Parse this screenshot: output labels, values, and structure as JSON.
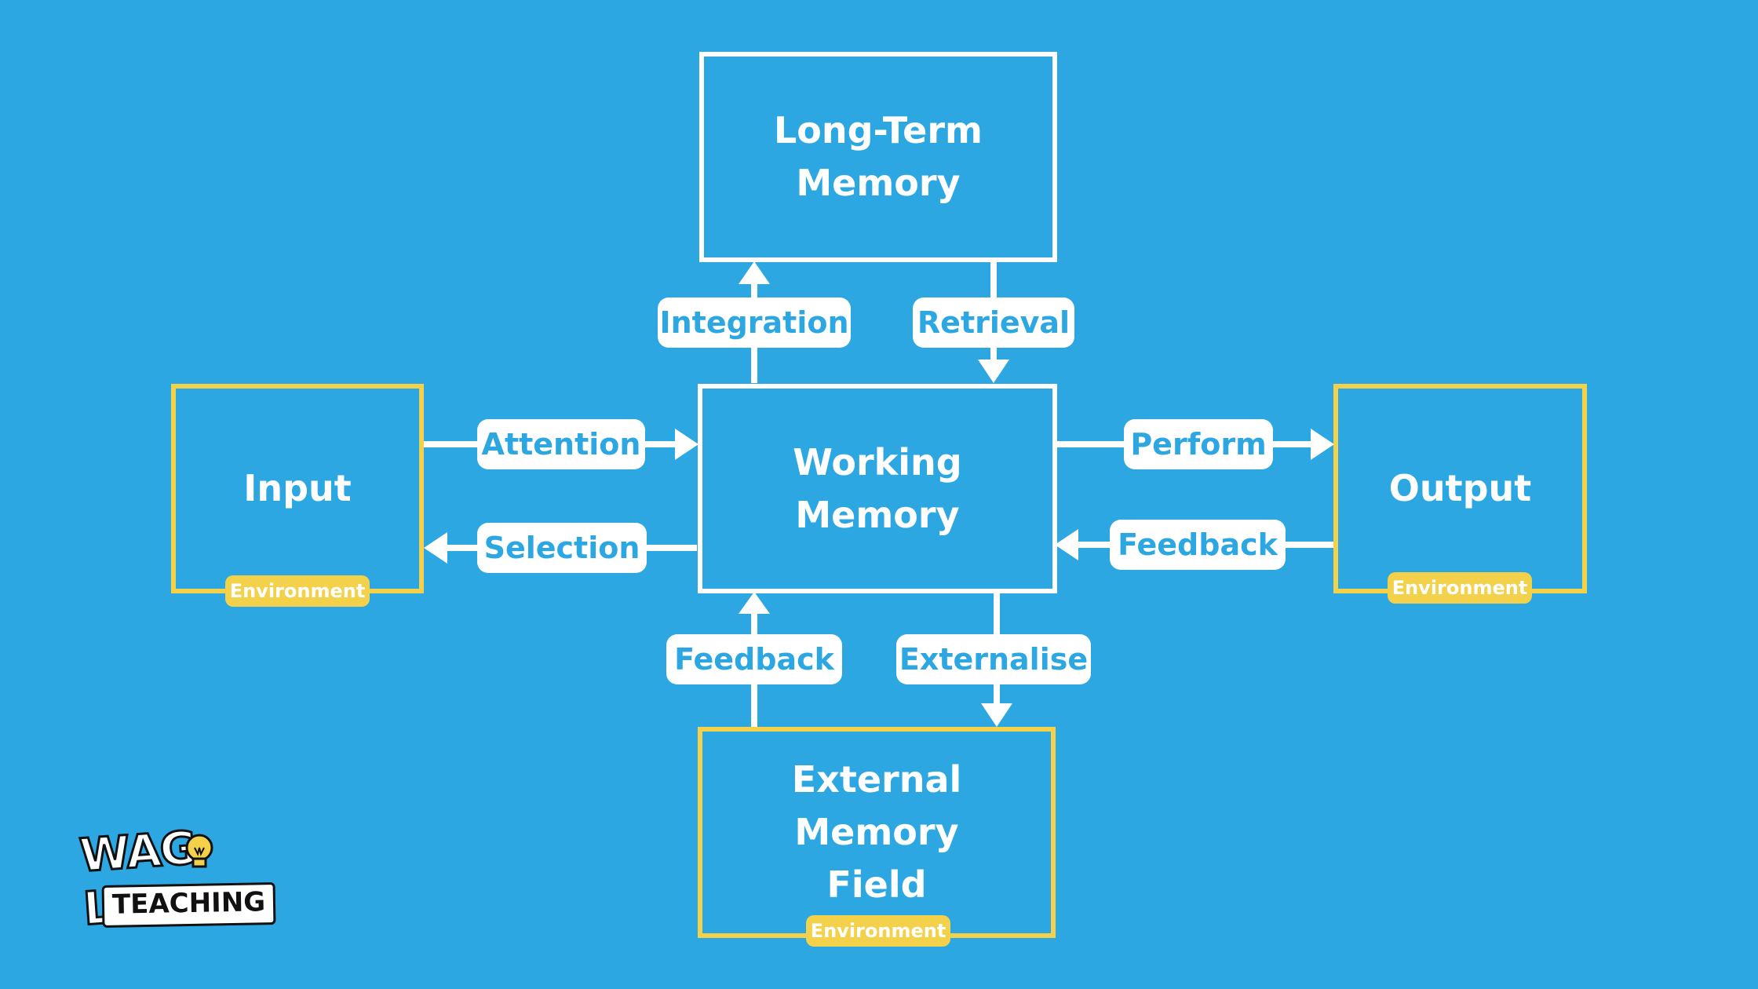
{
  "boxes": {
    "long_term_memory": "Long-Term\nMemory",
    "working_memory": "Working\nMemory",
    "input": "Input",
    "output": "Output",
    "external_memory_field": "External\nMemory\nField"
  },
  "environment_label": "Environment",
  "arrows": {
    "integration": "Integration",
    "retrieval": "Retrieval",
    "attention": "Attention",
    "selection": "Selection",
    "perform": "Perform",
    "feedback_output": "Feedback",
    "feedback_external": "Feedback",
    "externalise": "Externalise"
  },
  "logo": {
    "line1": "WAG  LL",
    "line2": "TEACHING"
  },
  "colors": {
    "background": "#2DA7E2",
    "white": "#FFFFFF",
    "environment_yellow": "#F4D14A"
  }
}
